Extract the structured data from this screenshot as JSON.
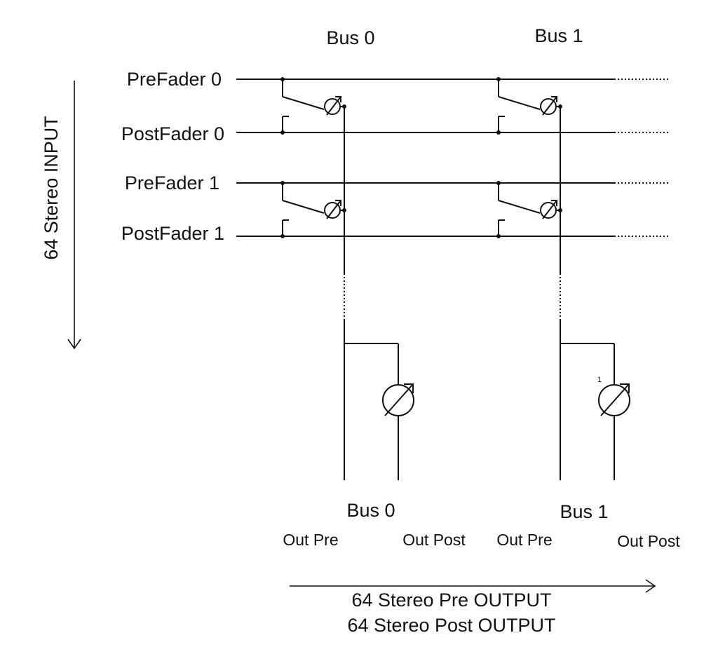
{
  "bus_headers": [
    "Bus 0",
    "Bus 1"
  ],
  "input_lines": [
    "PreFader 0",
    "PostFader 0",
    "PreFader 1",
    "PostFader 1"
  ],
  "input_axis_label": "64 Stereo INPUT",
  "bus_outputs": [
    {
      "name": "Bus 0",
      "pre_label": "Out Pre",
      "post_label": "Out Post"
    },
    {
      "name": "Bus 1",
      "pre_label": "Out Pre",
      "post_label": "Out Post"
    }
  ],
  "meter_annotation": "1",
  "output_axis_lines": [
    "64 Stereo Pre OUTPUT",
    "64 Stereo Post OUTPUT"
  ],
  "icons": {
    "crosspoint": "variable-gain-crosspoint-icon",
    "meter": "variable-gain-meter-icon",
    "arrow": "arrow-icon"
  }
}
